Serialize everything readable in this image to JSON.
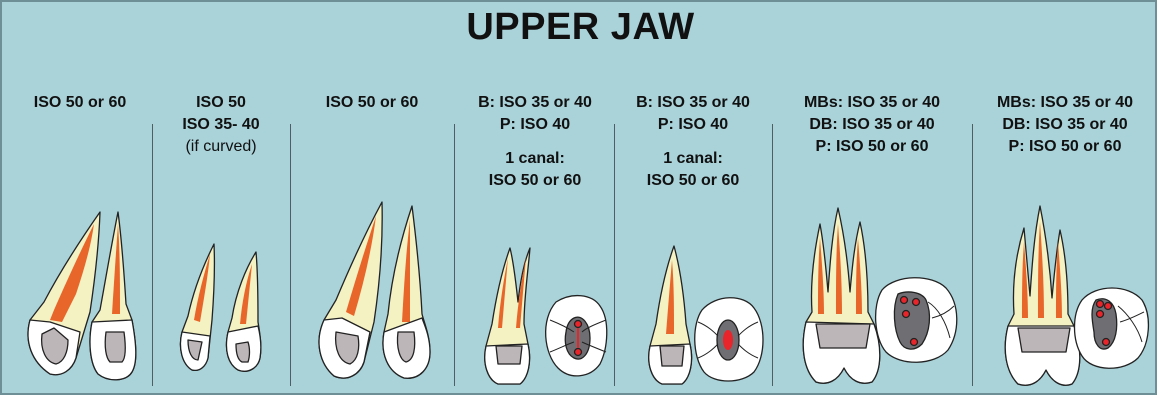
{
  "title": "UPPER JAW",
  "columns": [
    {
      "id": "central-incisor",
      "lines": [
        "ISO 50 or 60"
      ]
    },
    {
      "id": "lateral-incisor",
      "lines": [
        "ISO 50",
        "ISO 35- 40"
      ],
      "note": "(if curved)"
    },
    {
      "id": "canine",
      "lines": [
        "ISO 50 or 60"
      ]
    },
    {
      "id": "first-premolar",
      "lines": [
        "B: ISO 35 or 40",
        "P: ISO 40"
      ],
      "lines2": [
        "1 canal:",
        "ISO 50 or 60"
      ]
    },
    {
      "id": "second-premolar",
      "lines": [
        "B: ISO 35 or 40",
        "P: ISO 40"
      ],
      "lines2": [
        "1 canal:",
        "ISO 50 or 60"
      ]
    },
    {
      "id": "first-molar",
      "lines": [
        "MBs: ISO 35 or 40",
        "DB: ISO 35 or 40",
        "P: ISO 50 or 60"
      ]
    },
    {
      "id": "second-molar",
      "lines": [
        "MBs: ISO 35 or 40",
        "DB: ISO 35 or 40",
        "P: ISO 50 or 60"
      ]
    }
  ],
  "colors": {
    "background": "#a9d2d9",
    "dentin": "#f4f1c2",
    "canal": "#e8662a",
    "pulp_chamber": "#bdb6b8",
    "enamel": "#ffffff",
    "access_cavity": "#6f6f73",
    "canal_orifice": "#e8252b"
  }
}
